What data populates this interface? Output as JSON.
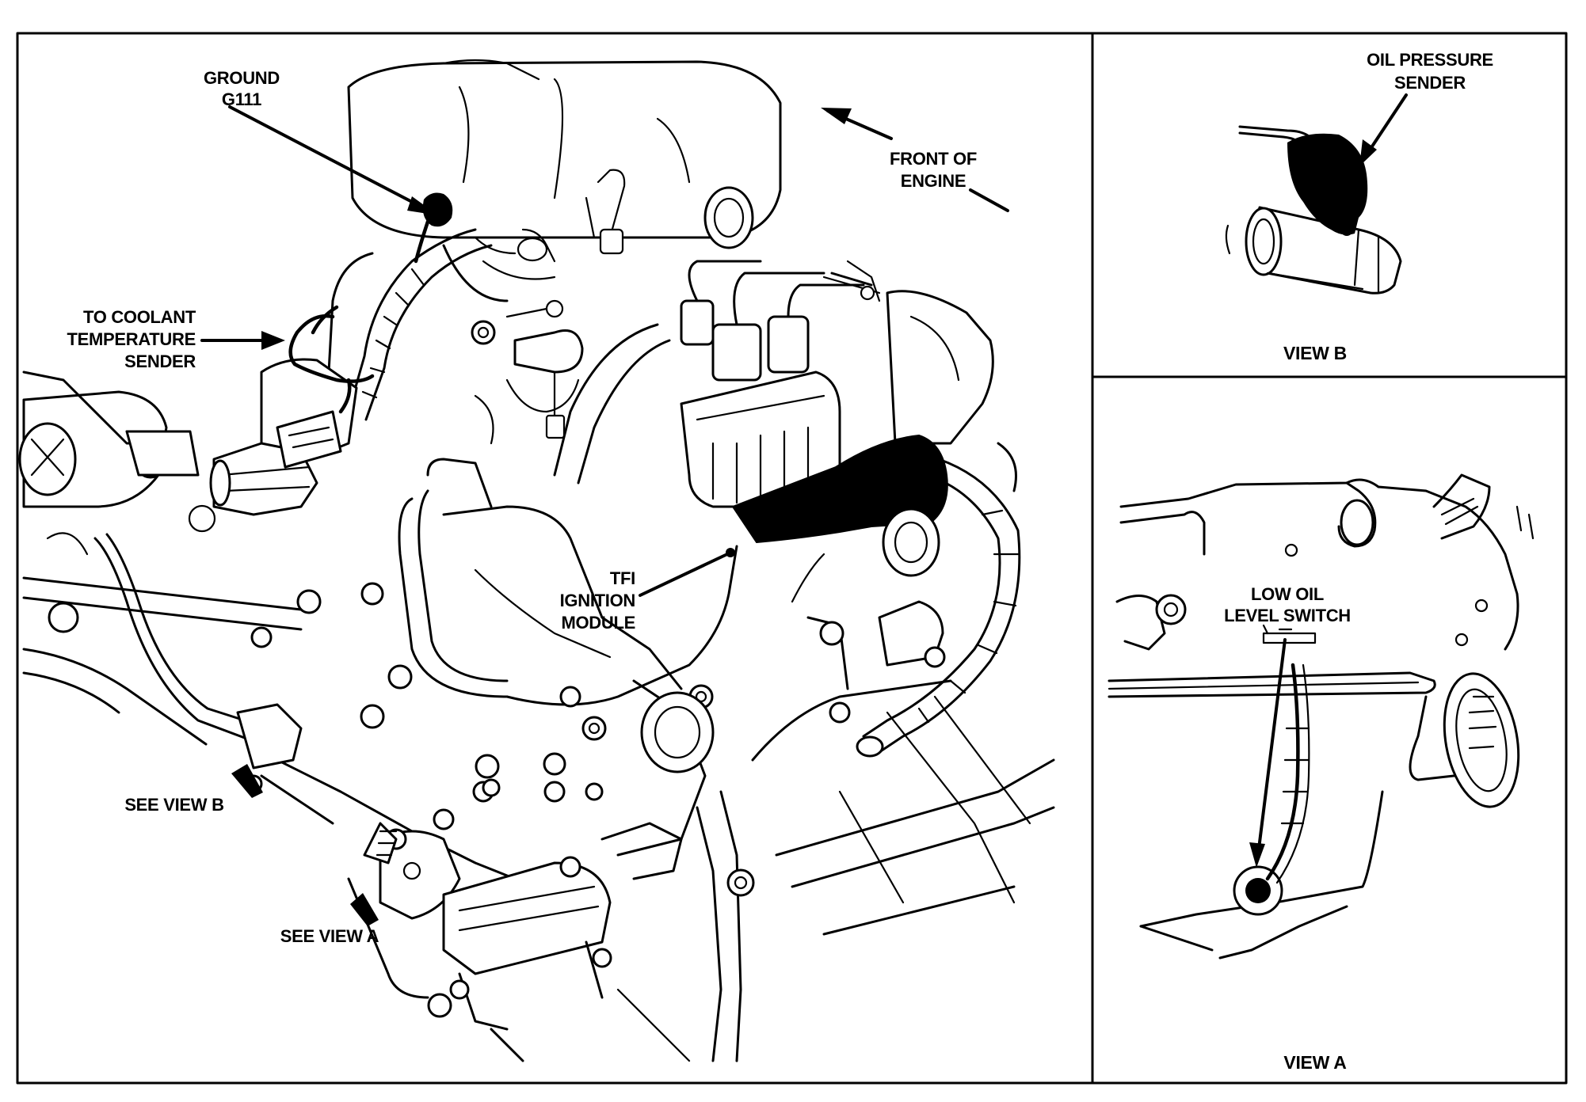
{
  "views": {
    "main": {
      "labels": {
        "ground": [
          "GROUND",
          "G111"
        ],
        "front_of_engine": [
          "FRONT OF",
          "ENGINE"
        ],
        "coolant_sender": [
          "TO COOLANT",
          "TEMPERATURE",
          "SENDER"
        ],
        "tfi_module": [
          "TFI",
          "IGNITION",
          "MODULE"
        ],
        "see_view_b": "SEE VIEW B",
        "see_view_a": "SEE VIEW A"
      }
    },
    "view_b": {
      "title": "VIEW B",
      "labels": {
        "oil_pressure_sender": [
          "OIL PRESSURE",
          "SENDER"
        ]
      }
    },
    "view_a": {
      "title": "VIEW A",
      "labels": {
        "low_oil_level_switch": [
          "LOW OIL",
          "LEVEL SWITCH"
        ]
      }
    }
  }
}
